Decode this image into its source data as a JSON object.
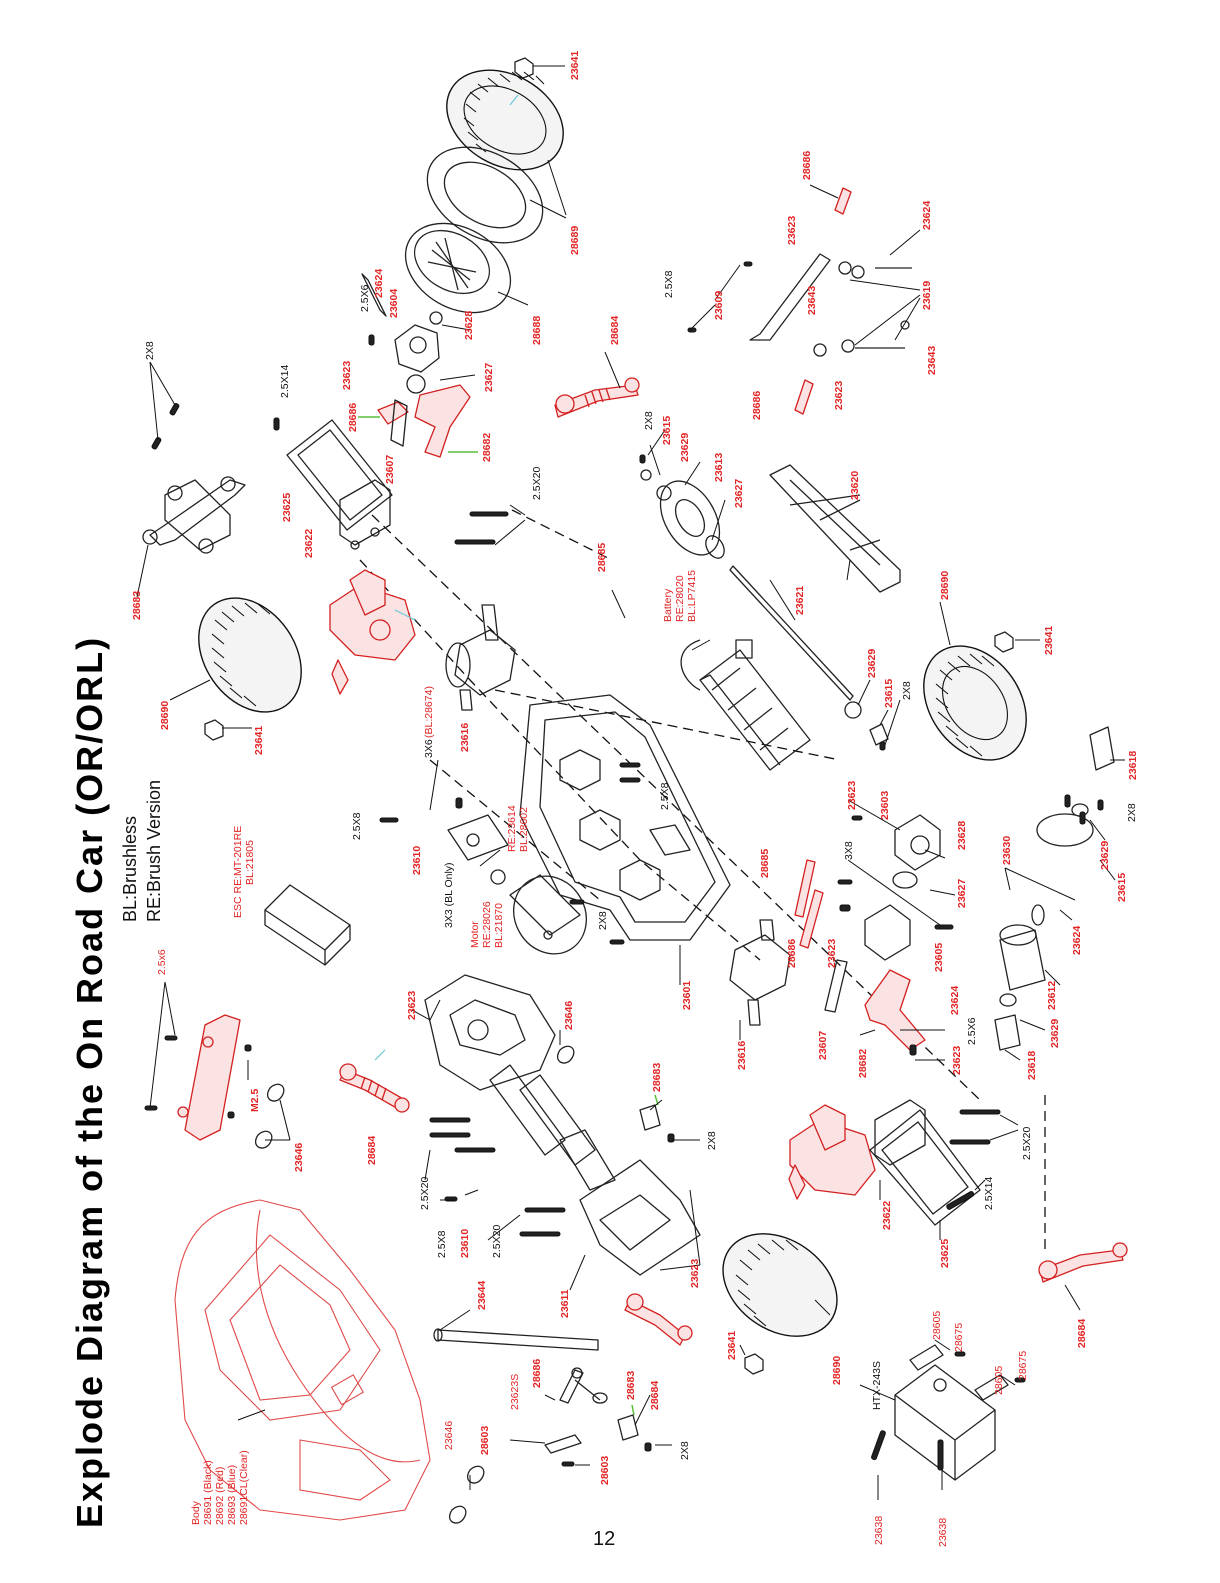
{
  "title": "Explode Diagram of the On Road Car (OR/ORL)",
  "legend": {
    "bl": "BL:Brushless",
    "re": "RE:Brush Version"
  },
  "page_number": "12",
  "labels": {
    "body": "Body",
    "body_black": "28691    (Black)",
    "body_red": "28692    (Red)",
    "body_blue": "28693    (Blue)",
    "body_clear": "28691CL(Clear)",
    "esc": "ESC  RE:MT-201RE",
    "esc_bl": "BL:21805",
    "motor": "Motor",
    "motor_re": "RE:28026",
    "motor_bl": "BL:21870",
    "battery": "Battery",
    "battery_re": "RE:28020",
    "battery_bl": "BL:LP7415",
    "pinion_re": "RE:23614",
    "pinion_bl": "BL:28602",
    "servo": "HTX-243S",
    "bl_only": "3X3 (BL Only)",
    "hex_3x6": "3X6",
    "hex_3x6_bl": "(BL:28674)"
  },
  "callouts": {
    "p23641": "23641",
    "p28689": "28689",
    "p28688": "28688",
    "p28686": "28686",
    "p23624": "23624",
    "p23623": "23623",
    "p23619": "23619",
    "p23643": "23643",
    "p23609": "23609",
    "p28684": "28684",
    "p23628": "23628",
    "p23627": "23627",
    "p23604": "23604",
    "p28682": "28682",
    "p23607": "23607",
    "p23625": "23625",
    "p23622": "23622",
    "p28683": "28683",
    "p28690": "28690",
    "p23615": "23615",
    "p23629": "23629",
    "p23613": "23613",
    "p23620": "23620",
    "p23621": "23621",
    "p28685": "28685",
    "p23616": "23616",
    "p23610": "23610",
    "p23601": "23601",
    "p23603": "23603",
    "p23605": "23605",
    "p23630": "23630",
    "p23618": "23618",
    "p23612": "23612",
    "p23646": "23646",
    "p23611": "23611",
    "p23644": "23644",
    "p23623s": "23623S",
    "p28603": "28603",
    "p28605": "28605",
    "p28675": "28675",
    "p23638": "23638"
  },
  "screw_sizes": {
    "s2x8": "2X8",
    "s2x6": "2.5X6",
    "s2_5x6_lower": "2.5x6",
    "s2_5x8": "2.5X8",
    "s2_5x14": "2.5X14",
    "s2_5x20": "2.5X20",
    "s3x8": "3X8",
    "m2_5": "M2.5"
  }
}
